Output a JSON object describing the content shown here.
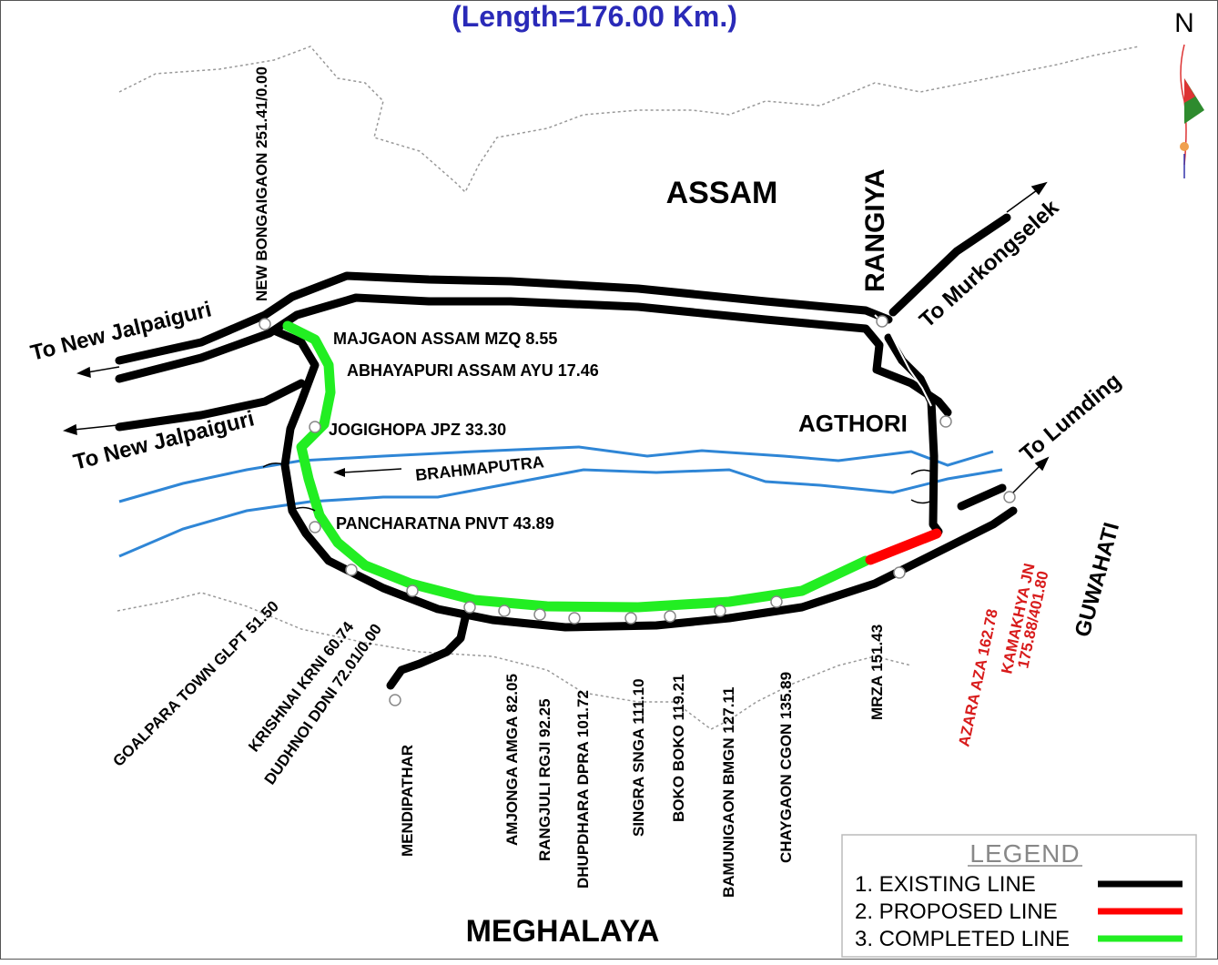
{
  "title": "(Length=176.00 Km.)",
  "north_label": "N",
  "regions": {
    "assam": "ASSAM",
    "meghalaya": "MEGHALAYA"
  },
  "junctions": {
    "rangiya": "RANGIYA",
    "agthori": "AGTHORI",
    "guwahati": "GUWAHATI"
  },
  "directions": {
    "new_jalpaiguri_1": "To New Jalpaiguri",
    "new_jalpaiguri_2": "To New Jalpaiguri",
    "murkongselek": "To Murkongselek",
    "lumding": "To Lumding"
  },
  "river": "BRAHMAPUTRA",
  "stations": {
    "new_bongaigaon": "NEW BONGAIGAON 251.41/0.00",
    "majgaon": "MAJGAON ASSAM MZQ 8.55",
    "abhayapuri": "ABHAYAPURI ASSAM  AYU 17.46",
    "jogighopa": "JOGIGHOPA JPZ 33.30",
    "pancharatna": "PANCHARATNA PNVT 43.89",
    "goalpara": "GOALPARA TOWN GLPT 51.50",
    "krishnai": "KRISHNAI KRNI 60.74",
    "dudhnoi": "DUDHNOI DDNI 72.01/0.00",
    "mendipathar": "MENDIPATHAR",
    "amjonga": "AMJONGA AMGA 82.05",
    "rangjuli": "RANGJULI RGJI 92.25",
    "dhupdhara": "DHUPDHARA DPRA 101.72",
    "singra": "SINGRA SNGA 111.10",
    "boko": "BOKO BOKO 119.21",
    "bamunigaon": "BAMUNIGAON BMGN 127.11",
    "chaygaon": "CHAYGAON CGON 135.89",
    "mrza": "MRZA 151.43",
    "azara": "AZARA AZA 162.78",
    "kamakhya_1": "KAMAKHYA JN",
    "kamakhya_2": "175.88/401.80"
  },
  "legend": {
    "heading": "LEGEND",
    "items": [
      {
        "label": "1. EXISTING LINE",
        "color": "#000000"
      },
      {
        "label": "2. PROPOSED LINE",
        "color": "#ff0000"
      },
      {
        "label": "3. COMPLETED LINE",
        "color": "#22ee22"
      }
    ]
  },
  "colors": {
    "title": "#2a2ab8",
    "existing": "#000000",
    "proposed": "#ff0000",
    "completed": "#22ee22",
    "river": "#2f86d6",
    "border": "#999999",
    "proposed_text": "#d81b1b"
  }
}
